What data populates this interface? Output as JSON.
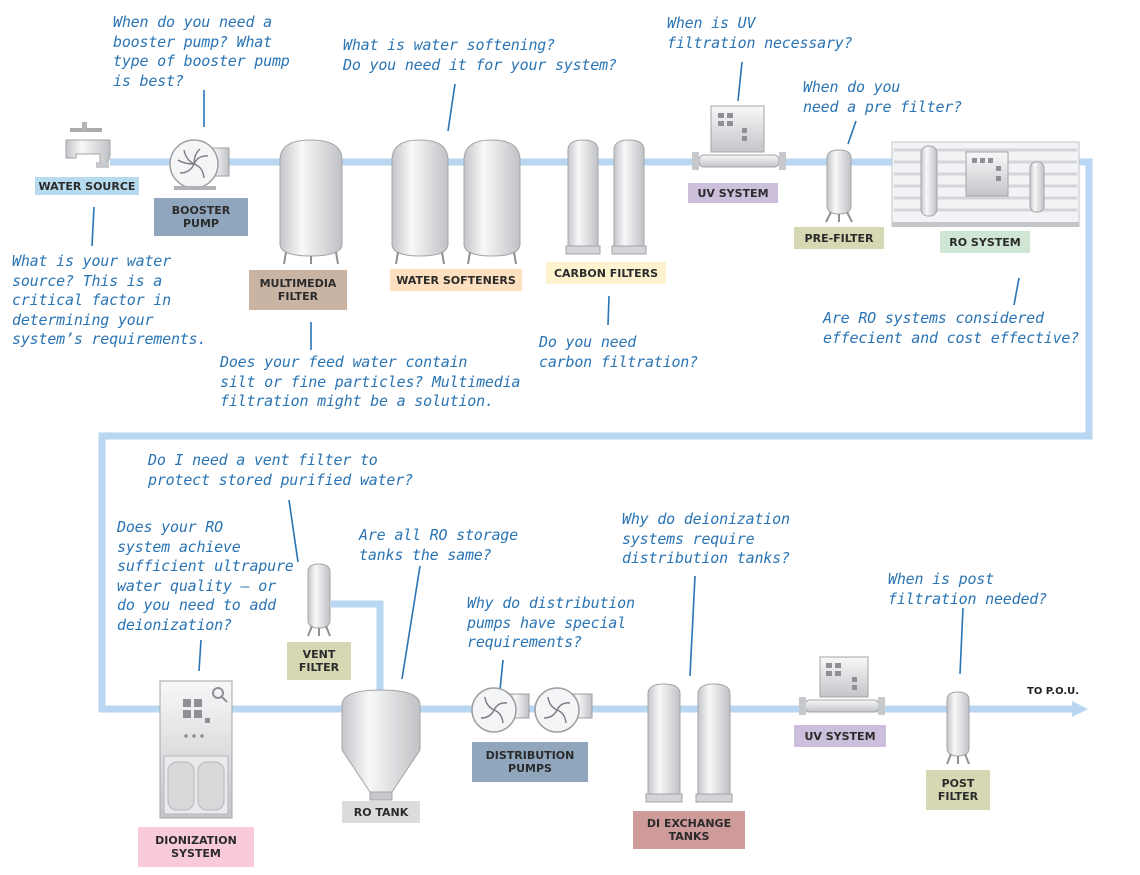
{
  "colors": {
    "pipe": "#b9d6f2",
    "question_text": "#2a74b4",
    "water_source_label": "#b7dbee",
    "booster_pump_label": "#8fa6bd",
    "multimedia_label": "#c9b3a2",
    "softeners_label": "#fde0bf",
    "carbon_label": "#fdf3cf",
    "uv_label": "#cbbfdc",
    "prefilter_label": "#d6d8b3",
    "ro_system_label": "#cfe6d4",
    "dionization_label": "#f9c9dc",
    "vent_label": "#d6d8b3",
    "ro_tank_label": "#dcdcdc",
    "distribution_label": "#8fa6bd",
    "di_exchange_label": "#cf9a9a",
    "post_filter_label": "#d6d8b3"
  },
  "labels": {
    "water_source": "WATER SOURCE",
    "booster_pump": "BOOSTER\nPUMP",
    "multimedia_filter": "MULTIMEDIA\nFILTER",
    "water_softeners": "WATER SOFTENERS",
    "carbon_filters": "CARBON FILTERS",
    "uv_system_top": "UV SYSTEM",
    "pre_filter": "PRE-FILTER",
    "ro_system": "RO SYSTEM",
    "dionization_system": "DIONIZATION\nSYSTEM",
    "vent_filter": "VENT\nFILTER",
    "ro_tank": "RO TANK",
    "distribution_pumps": "DISTRIBUTION\nPUMPS",
    "di_exchange_tanks": "DI EXCHANGE\nTANKS",
    "uv_system_bottom": "UV SYSTEM",
    "post_filter": "POST\nFILTER",
    "to_pou": "TO P.O.U."
  },
  "questions": {
    "booster_pump": "When do you need a\nbooster pump? What\ntype of booster pump\nis best?",
    "water_softening": "What is water softening?\nDo you need it for your system?",
    "uv": "When is UV\nfiltration necessary?",
    "pre_filter": "When do you\nneed a pre filter?",
    "water_source": "What is your water\nsource? This is a\ncritical factor in\ndetermining your\nsystem’s requirements.",
    "multimedia": "Does your feed water contain\nsilt or fine particles? Multimedia\nfiltration might be a solution.",
    "carbon": "Do you need\ncarbon filtration?",
    "ro_efficient": "Are RO systems considered\neffecient and cost effective?",
    "vent_filter": "Do I need a vent filter to\nprotect stored purified water?",
    "deionization": "Does your RO\nsystem achieve\nsufficient ultrapure\nwater quality – or\ndo you need to add\ndeionization?",
    "ro_tanks": "Are all RO storage\ntanks the same?",
    "distribution_pumps": "Why do distribution\npumps have special\nrequirements?",
    "distribution_tanks": "Why do deionization\nsystems require\ndistribution tanks?",
    "post_filtration": "When is post\nfiltration needed?"
  }
}
